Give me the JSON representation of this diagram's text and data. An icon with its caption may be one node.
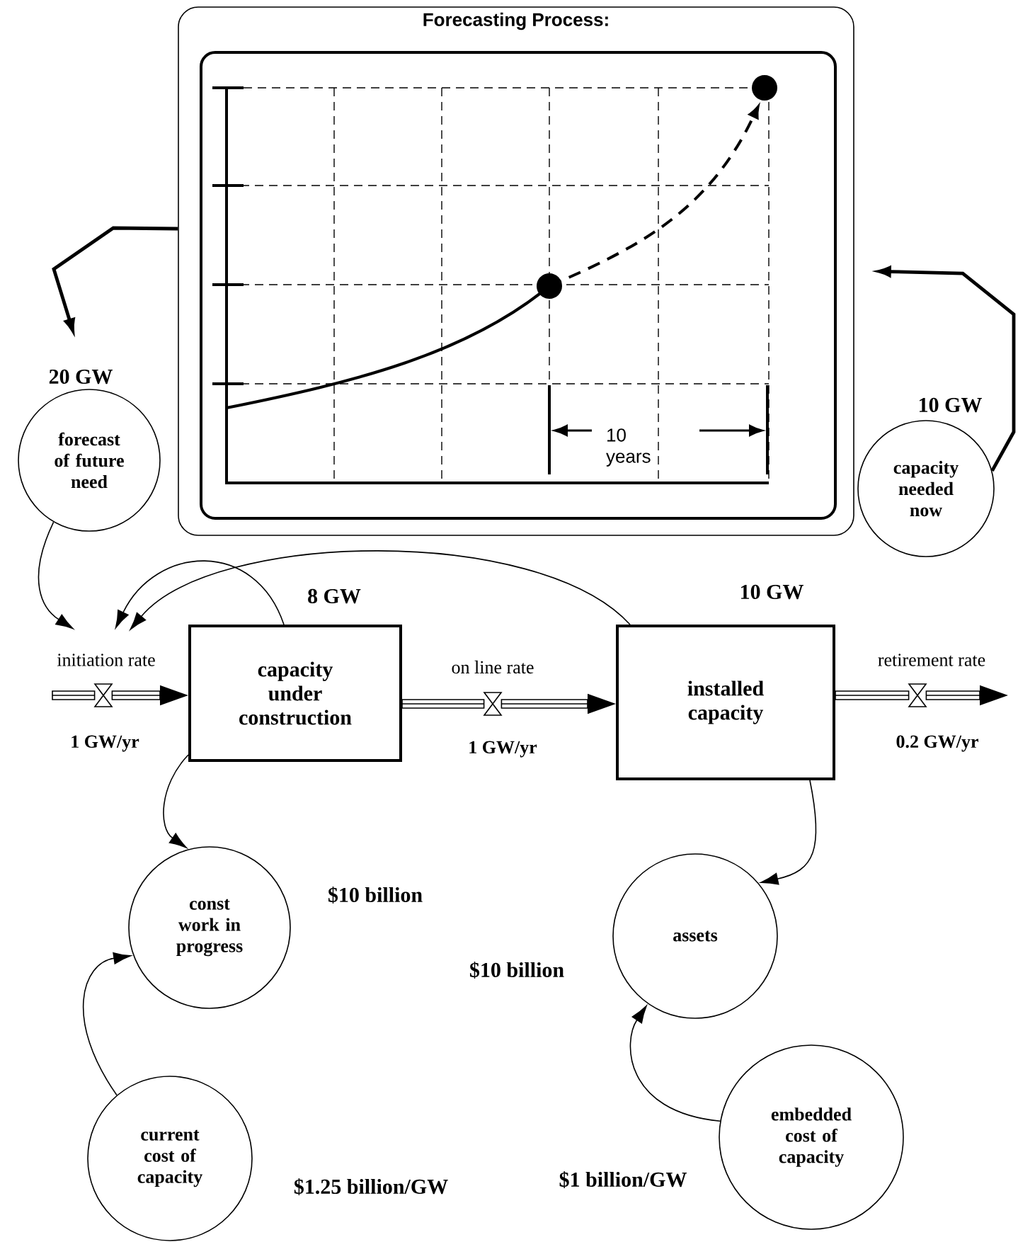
{
  "diagram": {
    "nodes": [
      {
        "text": [
          "Forecasting Process:"
        ]
      },
      {
        "text": [
          "forecast of future need"
        ],
        "beside": [
          "20 GW"
        ]
      },
      {
        "text": [
          "capacity needed now"
        ],
        "beside": [
          "10 GW"
        ]
      },
      {
        "text": [
          "initiation rate"
        ],
        "beside": [
          "1 GW/yr"
        ]
      },
      {
        "text": [
          "capacity under construction"
        ],
        "beside": [
          "8 GW"
        ]
      },
      {
        "text": [
          "on line rate"
        ],
        "beside": [
          "1 GW/yr"
        ]
      },
      {
        "text": [
          "installed capacity"
        ],
        "beside": [
          "10 GW"
        ]
      },
      {
        "text": [
          "retirement rate"
        ],
        "beside": [
          "0.2 GW/yr"
        ]
      },
      {
        "text": [
          "const work in progress"
        ],
        "beside": [
          "$10 billion"
        ]
      },
      {
        "text": [
          "assets"
        ],
        "beside": [
          "$10 billion"
        ]
      },
      {
        "text": [
          "current cost of capacity"
        ],
        "beside": [
          "$1.25 billion/GW"
        ]
      },
      {
        "text": [
          "embedded cost of capacity"
        ],
        "beside": [
          "$1 billion/GW"
        ]
      }
    ],
    "edges": [
      {
        "from": 0,
        "to": 1,
        "arrow": "to",
        "style": "thick"
      },
      {
        "from": 2,
        "to": 0,
        "arrow": "to",
        "style": "thick"
      },
      {
        "from": null,
        "to": 3,
        "arrow": "none"
      },
      {
        "from": 3,
        "to": 4,
        "arrow": "to"
      },
      {
        "from": 4,
        "to": 5,
        "arrow": "none"
      },
      {
        "from": 5,
        "to": 6,
        "arrow": "to"
      },
      {
        "from": 6,
        "to": 7,
        "arrow": "none"
      },
      {
        "from": 7,
        "to": null,
        "arrow": "to"
      },
      {
        "from": 1,
        "to": 3,
        "arrow": "to"
      },
      {
        "from": 4,
        "to": 3,
        "arrow": "to"
      },
      {
        "from": 6,
        "to": 3,
        "arrow": "to"
      },
      {
        "from": 4,
        "to": 8,
        "arrow": "to"
      },
      {
        "from": 6,
        "to": 9,
        "arrow": "to"
      },
      {
        "from": 10,
        "to": 8,
        "arrow": "to"
      },
      {
        "from": 11,
        "to": 9,
        "arrow": "to"
      }
    ],
    "labels": [
      "10 years"
    ]
  }
}
